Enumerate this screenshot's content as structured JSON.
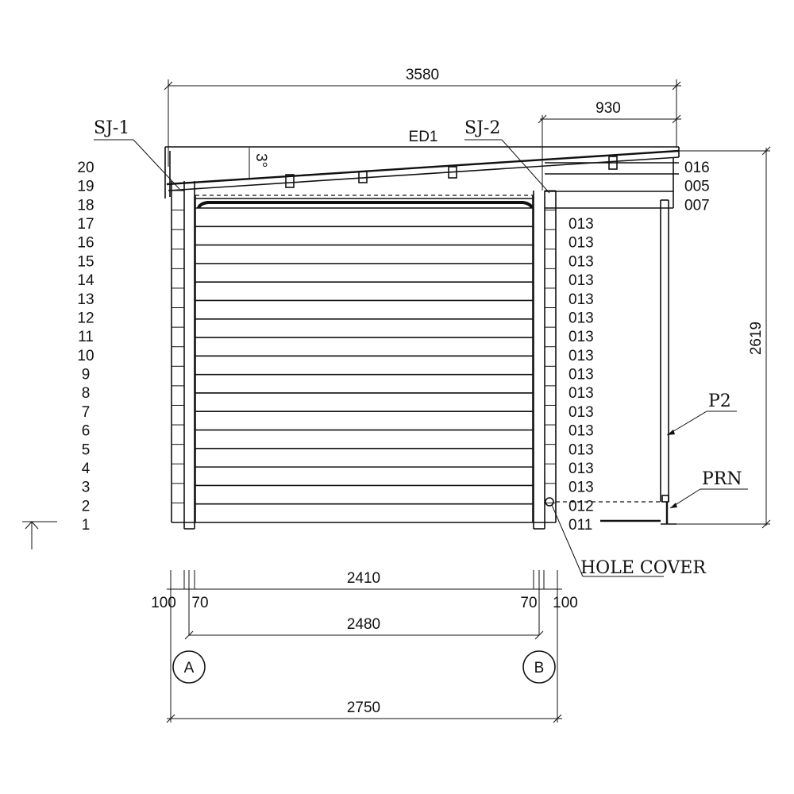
{
  "dimensions": {
    "overall_width": "3580",
    "canopy_width": "930",
    "height": "2619",
    "inner_span": "2410",
    "axis_span": "2480",
    "total_base": "2750",
    "left_outer": "100",
    "left_inner": "70",
    "right_inner": "70",
    "right_outer": "100"
  },
  "angle": "3°",
  "labels": {
    "sj1": "SJ-1",
    "sj2": "SJ-2",
    "ed1": "ED1",
    "p2": "P2",
    "prn": "PRN",
    "hole_cover": "HOLE COVER"
  },
  "axes": {
    "a": "A",
    "b": "B"
  },
  "row_numbers": [
    "20",
    "19",
    "18",
    "17",
    "16",
    "15",
    "14",
    "13",
    "12",
    "11",
    "10",
    "9",
    "8",
    "7",
    "6",
    "5",
    "4",
    "3",
    "2",
    "1"
  ],
  "part_codes": [
    "016",
    "005",
    "007",
    "013",
    "013",
    "013",
    "013",
    "013",
    "013",
    "013",
    "013",
    "013",
    "013",
    "013",
    "013",
    "013",
    "013",
    "013",
    "012",
    "011"
  ]
}
